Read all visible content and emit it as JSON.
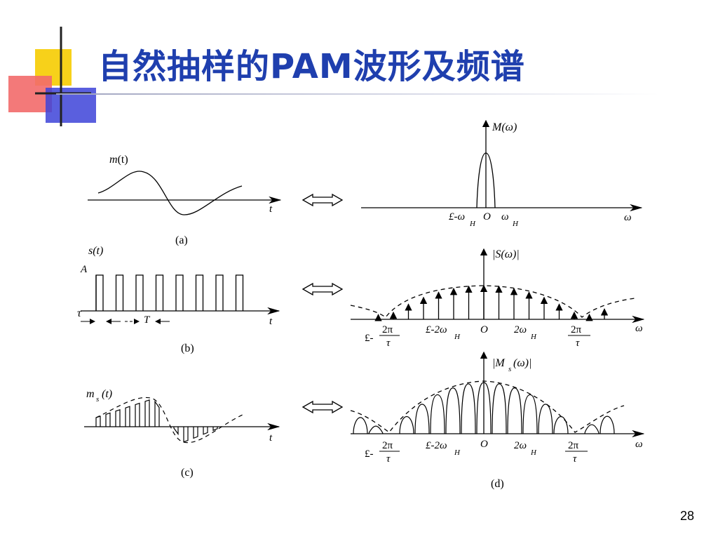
{
  "slide": {
    "title": "自然抽样的PAM波形及频谱",
    "page_number": "28"
  },
  "panel_a": {
    "signal_label_m": "m",
    "signal_label_arg": "(t)",
    "axis_t": "t",
    "caption": "(a)"
  },
  "spectrum_a": {
    "label": "M(ω)",
    "tick_neg": "£-ω",
    "tick_neg_sub": "H",
    "origin": "O",
    "tick_pos": "ω",
    "tick_pos_sub": "H",
    "axis_w": "ω"
  },
  "panel_b": {
    "signal_label": "s(t)",
    "amp": "A",
    "tau": "τ",
    "period": "T",
    "axis_t": "t",
    "caption": "(b)"
  },
  "spectrum_b": {
    "label": "|S(ω)|",
    "tick_far": "£-",
    "frac_num": "2π",
    "frac_den": "τ",
    "tick_neg": "£-2ω",
    "tick_neg_sub": "H",
    "origin": "O",
    "tick_pos": "2ω",
    "tick_pos_sub": "H",
    "axis_w": "ω"
  },
  "panel_c": {
    "signal_label_m": "m",
    "signal_label_sub": "s",
    "signal_label_arg": "(t)",
    "axis_t": "t",
    "caption": "(c)"
  },
  "spectrum_d": {
    "label_pre": "|M",
    "label_sub": "s",
    "label_post": "(ω)|",
    "tick_far": "£-",
    "frac_num": "2π",
    "frac_den": "τ",
    "tick_neg": "£-2ω",
    "tick_neg_sub": "H",
    "origin": "O",
    "tick_pos": "2ω",
    "tick_pos_sub": "H",
    "axis_w": "ω",
    "caption": "(d)"
  },
  "equivalence_symbol": "⟺"
}
